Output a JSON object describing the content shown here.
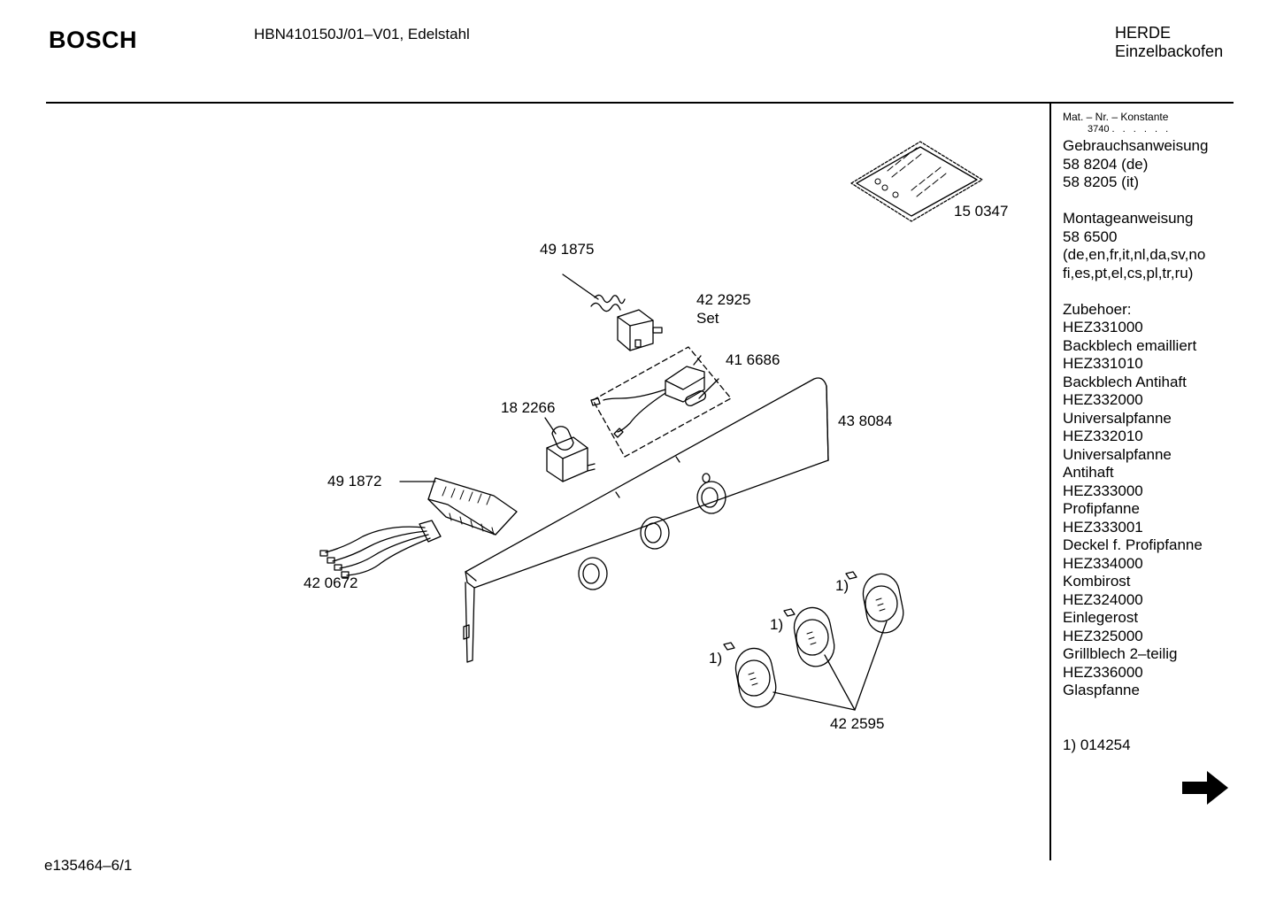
{
  "header": {
    "brand": "BOSCH",
    "model": "HBN410150J/01–V01, Edelstahl",
    "category_line1": "HERDE",
    "category_line2": "Einzelbackofen"
  },
  "sidebar": {
    "mat_nr_label": "Mat. – Nr. – Konstante",
    "mat_nr_value": "3740",
    "mat_nr_dots": ". . . . . .",
    "lines": [
      "Gebrauchsanweisung",
      "58 8204 (de)",
      "58 8205 (it)",
      "",
      "Montageanweisung",
      "58 6500",
      "(de,en,fr,it,nl,da,sv,no",
      "fi,es,pt,el,cs,pl,tr,ru)",
      "",
      "Zubehoer:",
      "HEZ331000",
      "Backblech emailliert",
      "HEZ331010",
      "Backblech Antihaft",
      "HEZ332000",
      "Universalpfanne",
      "HEZ332010",
      "Universalpfanne",
      "Antihaft",
      "HEZ333000",
      "Profipfanne",
      "HEZ333001",
      "Deckel f. Profipfanne",
      "HEZ334000",
      "Kombirost",
      "HEZ324000",
      "Einlegerost",
      "HEZ325000",
      "Grillblech 2–teilig",
      "HEZ336000",
      "Glaspfanne",
      "",
      "",
      "1) 014254"
    ]
  },
  "parts": {
    "p150347": "15 0347",
    "p491875": "49 1875",
    "p422925": "42 2925",
    "p422925_set": "Set",
    "p416686": "41 6686",
    "p182266": "18 2266",
    "p438084": "43 8084",
    "p491872": "49 1872",
    "p420672": "42 0672",
    "p422595": "42 2595",
    "footnote_mark_1": "1)",
    "footnote_mark_2": "1)",
    "footnote_mark_3": "1)"
  },
  "footer": {
    "code": "e135464–6/1"
  },
  "icons": {
    "next_page": "arrow-right-icon"
  }
}
